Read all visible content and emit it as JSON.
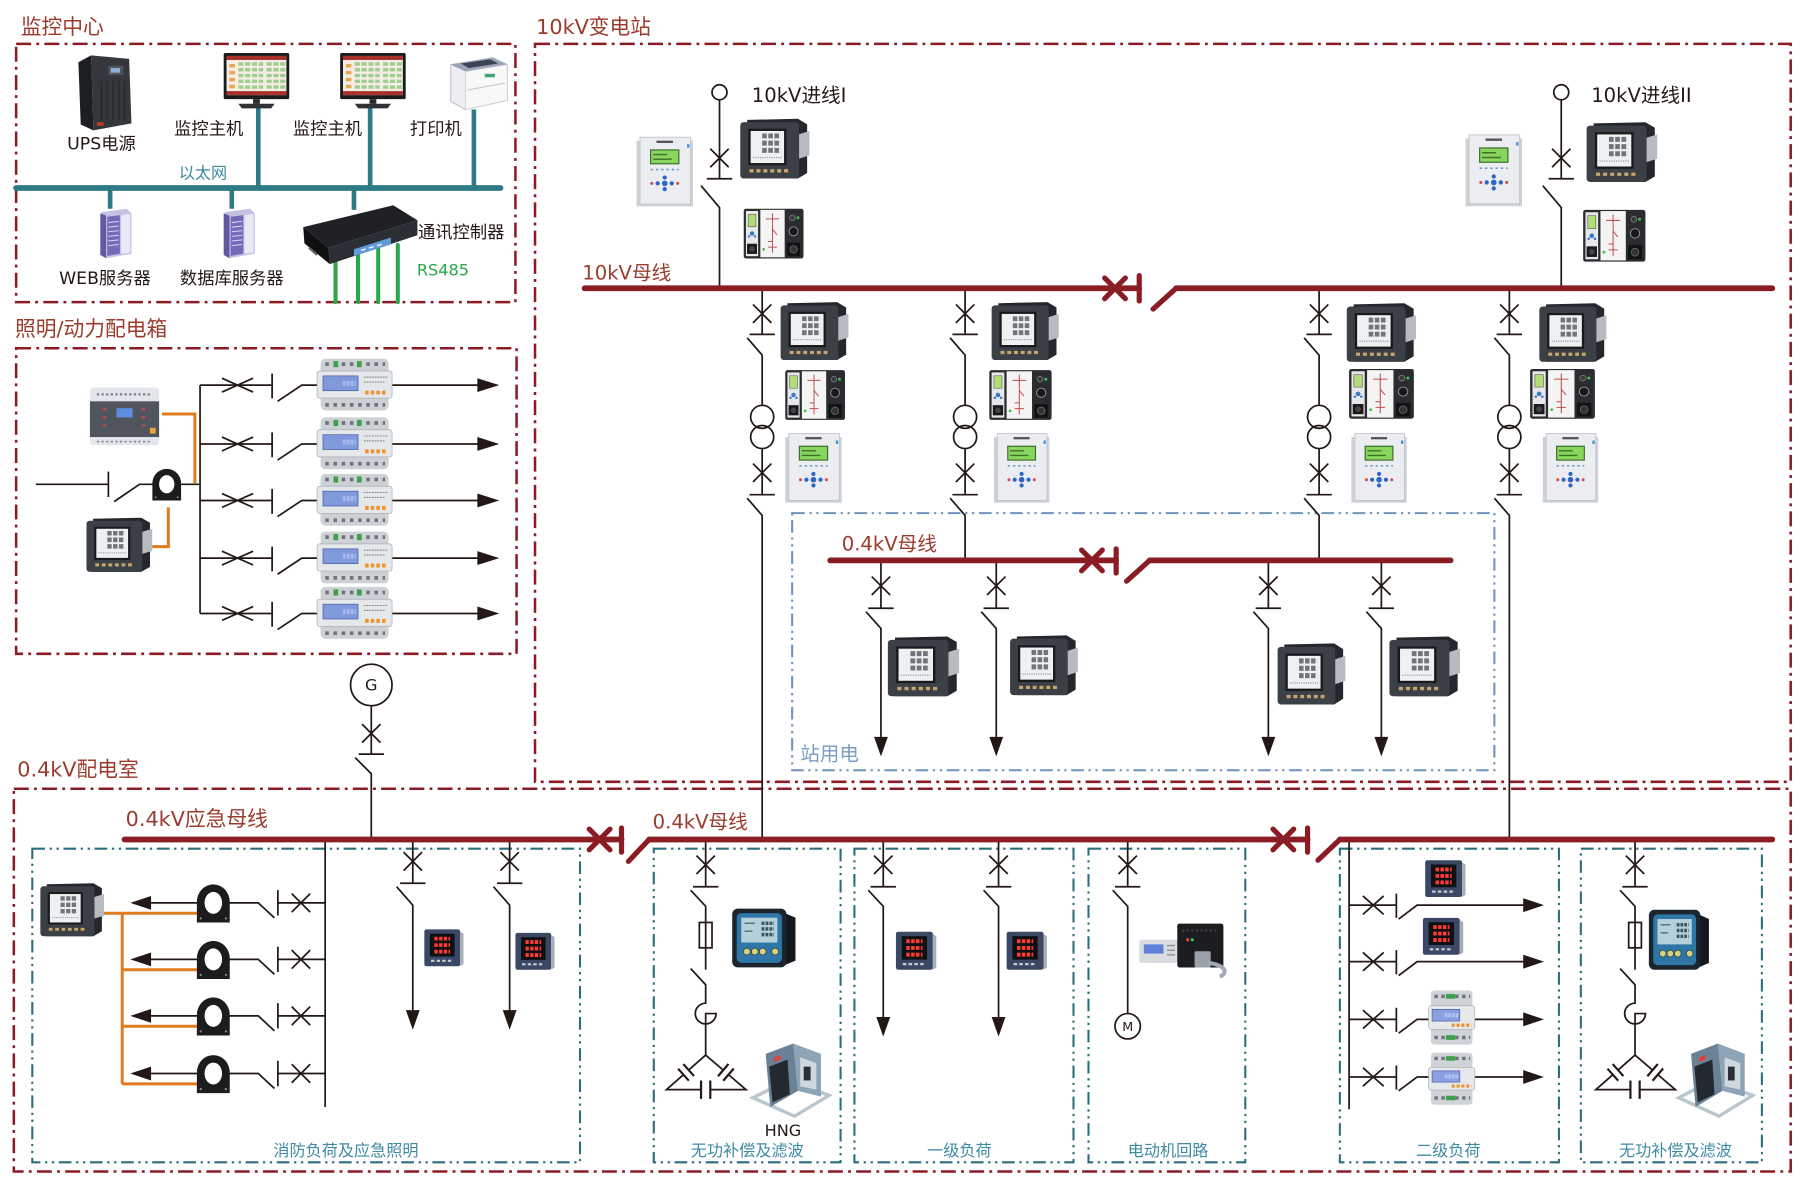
{
  "diagram": {
    "monitoring_center": {
      "title": "监控中心",
      "ups": "UPS电源",
      "monitor_host_1": "监控主机",
      "monitor_host_2": "监控主机",
      "printer": "打印机",
      "ethernet": "以太网",
      "web_server": "WEB服务器",
      "db_server": "数据库服务器",
      "comm_controller": "通讯控制器",
      "rs485": "RS485"
    },
    "lighting_power_box": {
      "title": "照明/动力配电箱"
    },
    "substation_10kv": {
      "title": "10kV变电站",
      "incoming_1": "10kV进线I",
      "incoming_2": "10kV进线II",
      "bus_10kv": "10kV母线",
      "station_bus": "0.4kV母线",
      "station_use": "站用电"
    },
    "distribution_room": {
      "title": "0.4kV配电室",
      "generator": "G",
      "emergency_bus": "0.4kV应急母线",
      "main_bus": "0.4kV母线",
      "groups": [
        "消防负荷及应急照明",
        "无功补偿及滤波",
        "一级负荷",
        "电动机回路",
        "二级负荷",
        "无功补偿及滤波"
      ],
      "filter_model": "HNG",
      "motor": "M"
    }
  },
  "colors": {
    "frame_red": "#8b1c24",
    "title_red": "#9b3b2d",
    "bus_red": "#8b1c24",
    "ethernet_teal": "#2e7a86",
    "ethernet_label": "#3d8aa0",
    "group_teal": "#2a6e7e",
    "group_label": "#3f8aa3",
    "station_blue": "#6f94bf",
    "station_label": "#7a9cc6",
    "rs485_green": "#27a84a",
    "signal_orange": "#e07b1f",
    "wire": "#231815"
  }
}
